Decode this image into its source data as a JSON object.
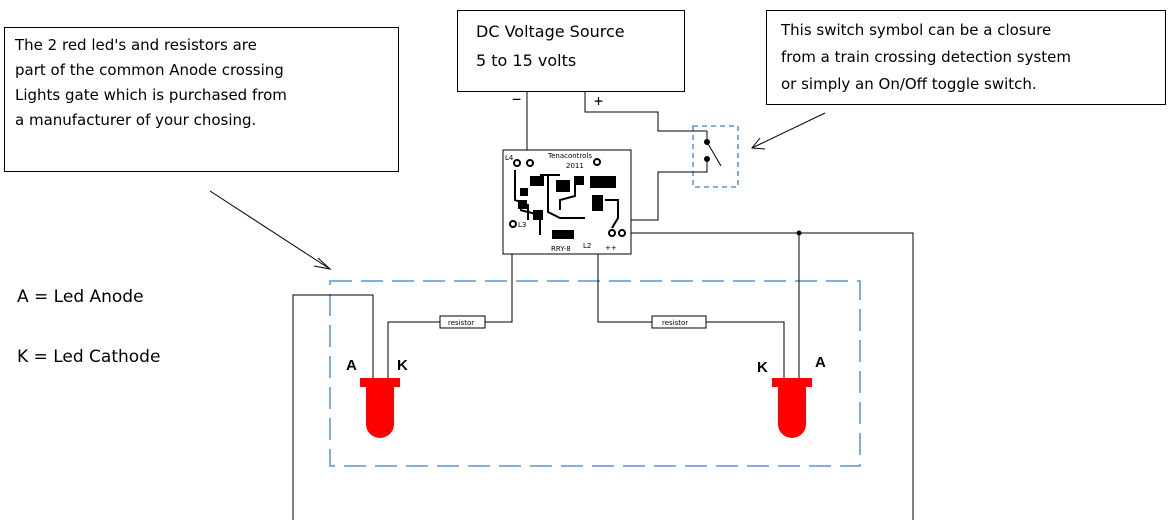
{
  "notes": {
    "led_note": [
      "The 2 red led's and resistors are",
      "part of the common Anode crossing",
      "Lights gate which is purchased from",
      "a manufacturer of your chosing."
    ],
    "source_box": [
      "DC Voltage Source",
      "5 to 15 volts"
    ],
    "switch_note": [
      "This switch symbol can be  a closure",
      "from a train crossing detection system",
      "or simply an On/Off toggle switch."
    ]
  },
  "legend": {
    "anode": "A = Led Anode",
    "cathode": "K = Led Cathode"
  },
  "terminals": {
    "minus": "−",
    "plus": "+"
  },
  "board": {
    "brand": "Tenacontrols",
    "year": "2011",
    "model": "RRY-8",
    "l4": "L4",
    "l3": "L3",
    "l2": "L2",
    "plus_plus": "++"
  },
  "resistors": {
    "left": "resistor",
    "right": "resistor"
  },
  "leds": {
    "left": {
      "anode_label": "A",
      "cathode_label": "K"
    },
    "right": {
      "anode_label": "A",
      "cathode_label": "K"
    }
  },
  "colors": {
    "led": "#ff0000",
    "dashed_outline": "#3b7fd4",
    "wire": "#000000"
  }
}
